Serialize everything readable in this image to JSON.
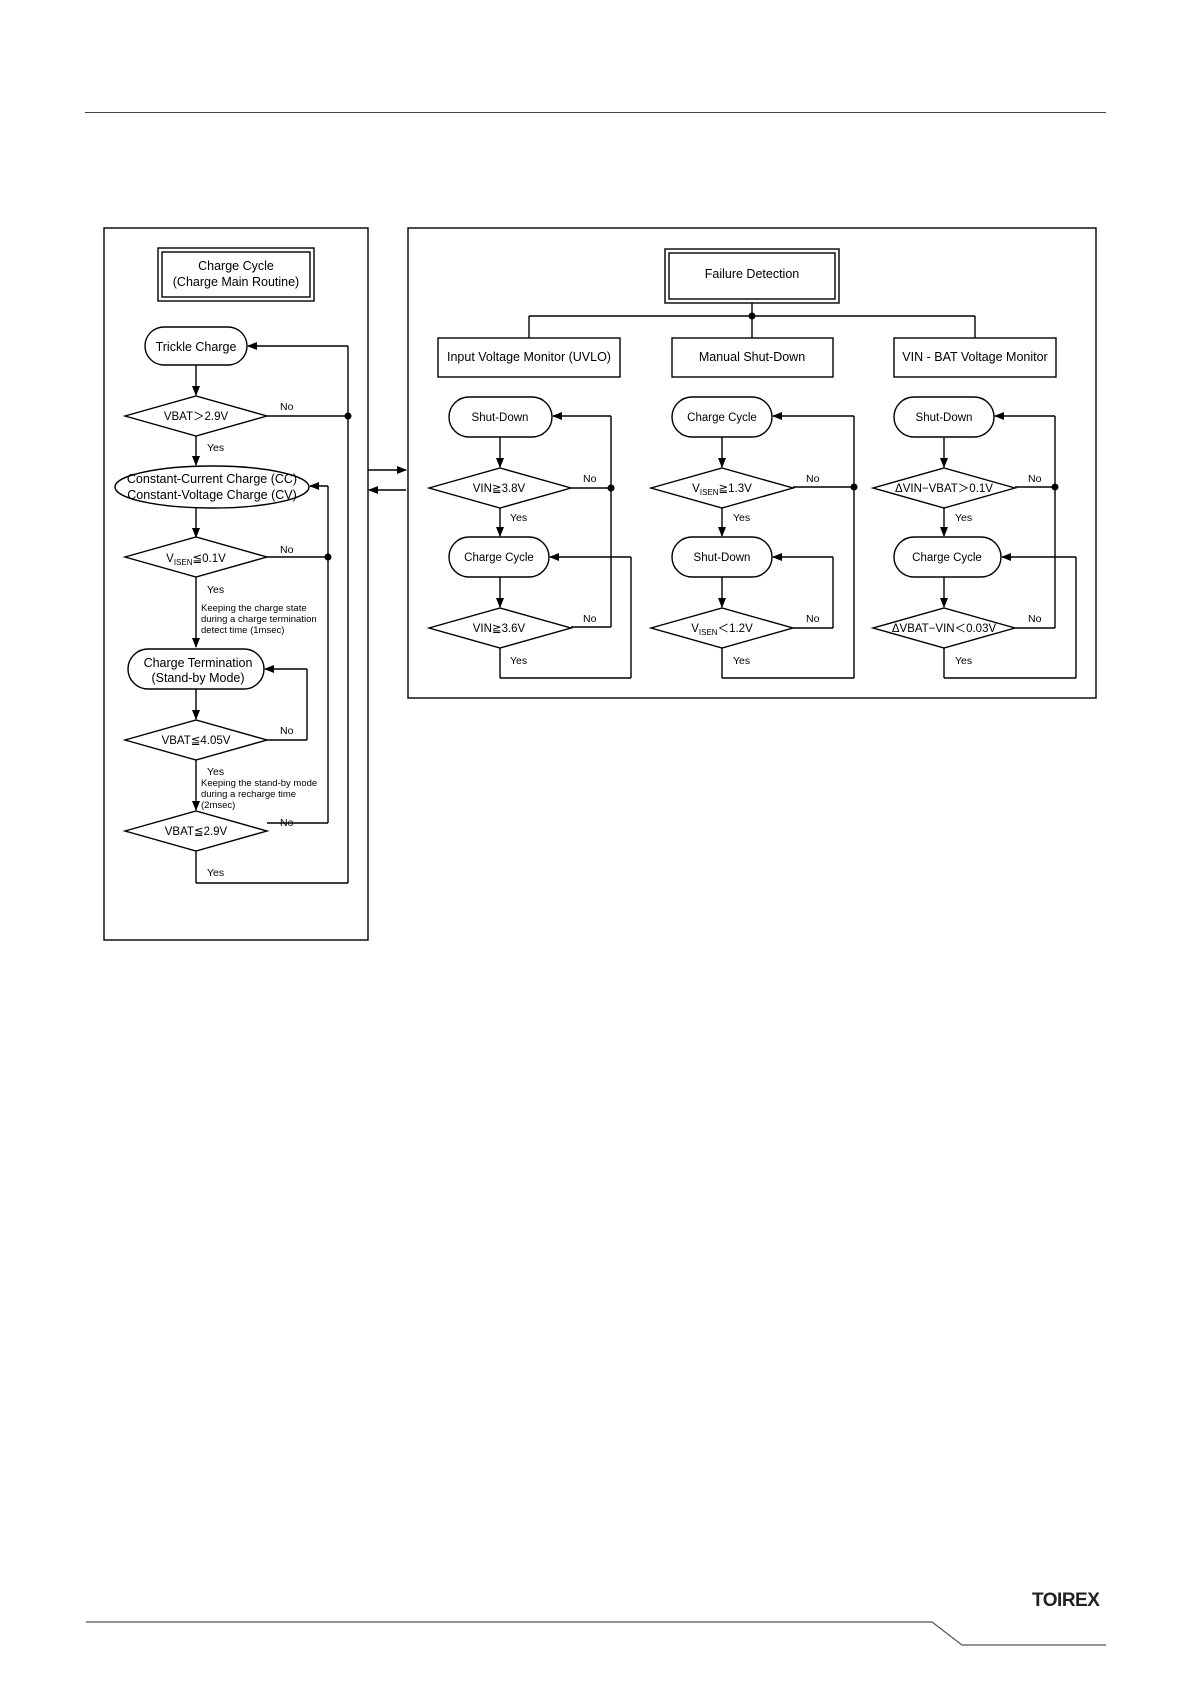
{
  "main_routine": {
    "title_line1": "Charge Cycle",
    "title_line2": "(Charge Main Routine)",
    "trickle": "Trickle Charge",
    "cond1": "VBAT＞2.9V",
    "cccv_line1": "Constant-Current Charge (CC)",
    "cccv_line2": "Constant-Voltage Charge (CV)",
    "cond2_main": "V",
    "cond2_sub": "ISEN",
    "cond2_rest": "≦0.1V",
    "note1_line1": "Keeping the charge state",
    "note1_line2": "during a charge termination",
    "note1_line3": "detect time (1msec)",
    "termination_line1": "Charge Termination",
    "termination_line2": "(Stand-by Mode)",
    "cond3": "VBAT≦4.05V",
    "note2_line1": "Keeping the stand-by mode",
    "note2_line2": "during a recharge time",
    "note2_line3": "(2msec)",
    "cond4": "VBAT≦2.9V"
  },
  "failure": {
    "title": "Failure Detection",
    "uvlo": {
      "header": "Input Voltage Monitor (UVLO)",
      "state1": "Shut-Down",
      "cond1": "VIN≧3.8V",
      "state2": "Charge Cycle",
      "cond2": "VIN≧3.6V"
    },
    "manual": {
      "header": "Manual Shut-Down",
      "state1": "Charge Cycle",
      "cond1_main": "V",
      "cond1_sub": "ISEN",
      "cond1_rest": "≧1.3V",
      "state2": "Shut-Down",
      "cond2_main": "V",
      "cond2_sub": "ISEN",
      "cond2_rest": "＜1.2V"
    },
    "vinbat": {
      "header": "VIN - BAT Voltage Monitor",
      "state1": "Shut-Down",
      "cond1": "ΔVIN−VBAT＞0.1V",
      "state2": "Charge Cycle",
      "cond2": "ΔVBAT−VIN＜0.03V"
    }
  },
  "yes_label": "Yes",
  "no_label": "No",
  "footer": {
    "logo": "TOIREX"
  }
}
